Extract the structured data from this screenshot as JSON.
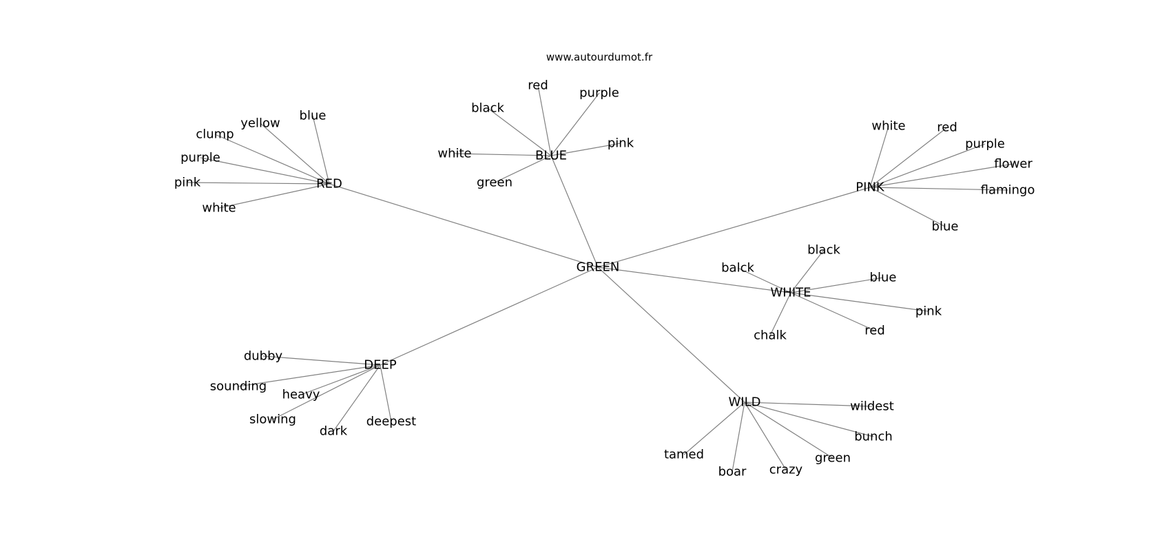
{
  "watermark": "www.autourdumot.fr",
  "style": {
    "edge_color": "#808080",
    "text_color": "#000000",
    "background": "#ffffff"
  },
  "graph": {
    "center": "GREEN",
    "hubs": [
      {
        "id": "red",
        "label": "RED",
        "children": [
          "blue",
          "yellow",
          "clump",
          "purple",
          "pink",
          "white"
        ]
      },
      {
        "id": "blue",
        "label": "BLUE",
        "children": [
          "red",
          "purple",
          "black",
          "pink",
          "white",
          "green"
        ]
      },
      {
        "id": "pink",
        "label": "PINK",
        "children": [
          "white",
          "red",
          "purple",
          "flower",
          "flamingo",
          "blue"
        ]
      },
      {
        "id": "white",
        "label": "WHITE",
        "children": [
          "black",
          "balck",
          "blue",
          "pink",
          "red",
          "chalk"
        ]
      },
      {
        "id": "deep",
        "label": "DEEP",
        "children": [
          "dubby",
          "sounding",
          "heavy",
          "slowing",
          "dark",
          "deepest"
        ]
      },
      {
        "id": "wild",
        "label": "WILD",
        "children": [
          "wildest",
          "bunch",
          "green",
          "crazy",
          "boar",
          "tamed"
        ]
      }
    ]
  }
}
